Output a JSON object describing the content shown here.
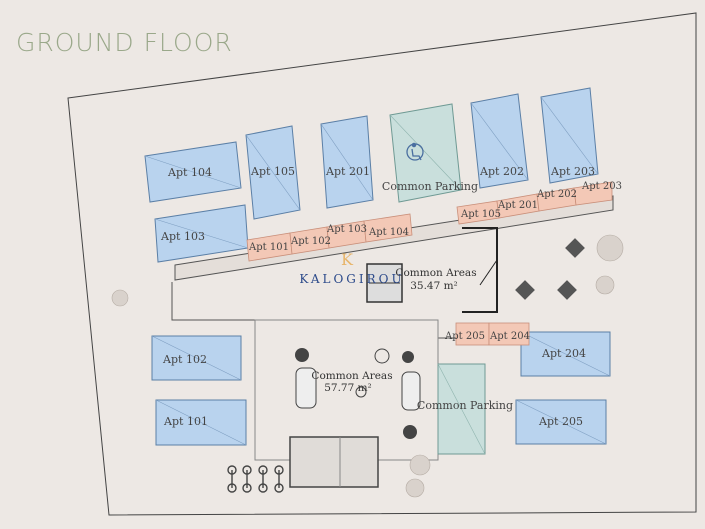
{
  "floor_title": "GROUND FLOOR",
  "brand": {
    "initial": "K",
    "name": "KALOGIROU"
  },
  "parking_spaces": [
    {
      "label": "Apt 104"
    },
    {
      "label": "Apt 105"
    },
    {
      "label": "Apt 201"
    },
    {
      "label": "Apt 202"
    },
    {
      "label": "Apt 203"
    },
    {
      "label": "Apt 103"
    },
    {
      "label": "Apt 102"
    },
    {
      "label": "Apt 101"
    },
    {
      "label": "Apt 204"
    },
    {
      "label": "Apt 205"
    }
  ],
  "common_parking": [
    {
      "label": "Common Parking"
    },
    {
      "label": "Common Parking"
    }
  ],
  "storage_units_top": [
    {
      "label": "Apt 101"
    },
    {
      "label": "Apt 102"
    },
    {
      "label": "Apt 103"
    },
    {
      "label": "Apt 104"
    }
  ],
  "storage_units_right": [
    {
      "label": "Apt 105"
    },
    {
      "label": "Apt 201"
    },
    {
      "label": "Apt 202"
    },
    {
      "label": "Apt 203"
    }
  ],
  "storage_units_mid": [
    {
      "label": "Apt 205"
    },
    {
      "label": "Apt 204"
    }
  ],
  "common_areas": [
    {
      "name": "Common Areas",
      "size": "35.47 m²"
    },
    {
      "name": "Common Areas",
      "size": "57.77 m²"
    }
  ],
  "icons": [
    "wheelchair-icon",
    "bicycle-icon",
    "tree-icon",
    "table-chairs-icon",
    "sofa-icon"
  ],
  "colors": {
    "parking": "#b9d3ee",
    "storage": "#f3c8b6",
    "title": "#9aa88a",
    "common_parking": "#c9dfdc"
  }
}
